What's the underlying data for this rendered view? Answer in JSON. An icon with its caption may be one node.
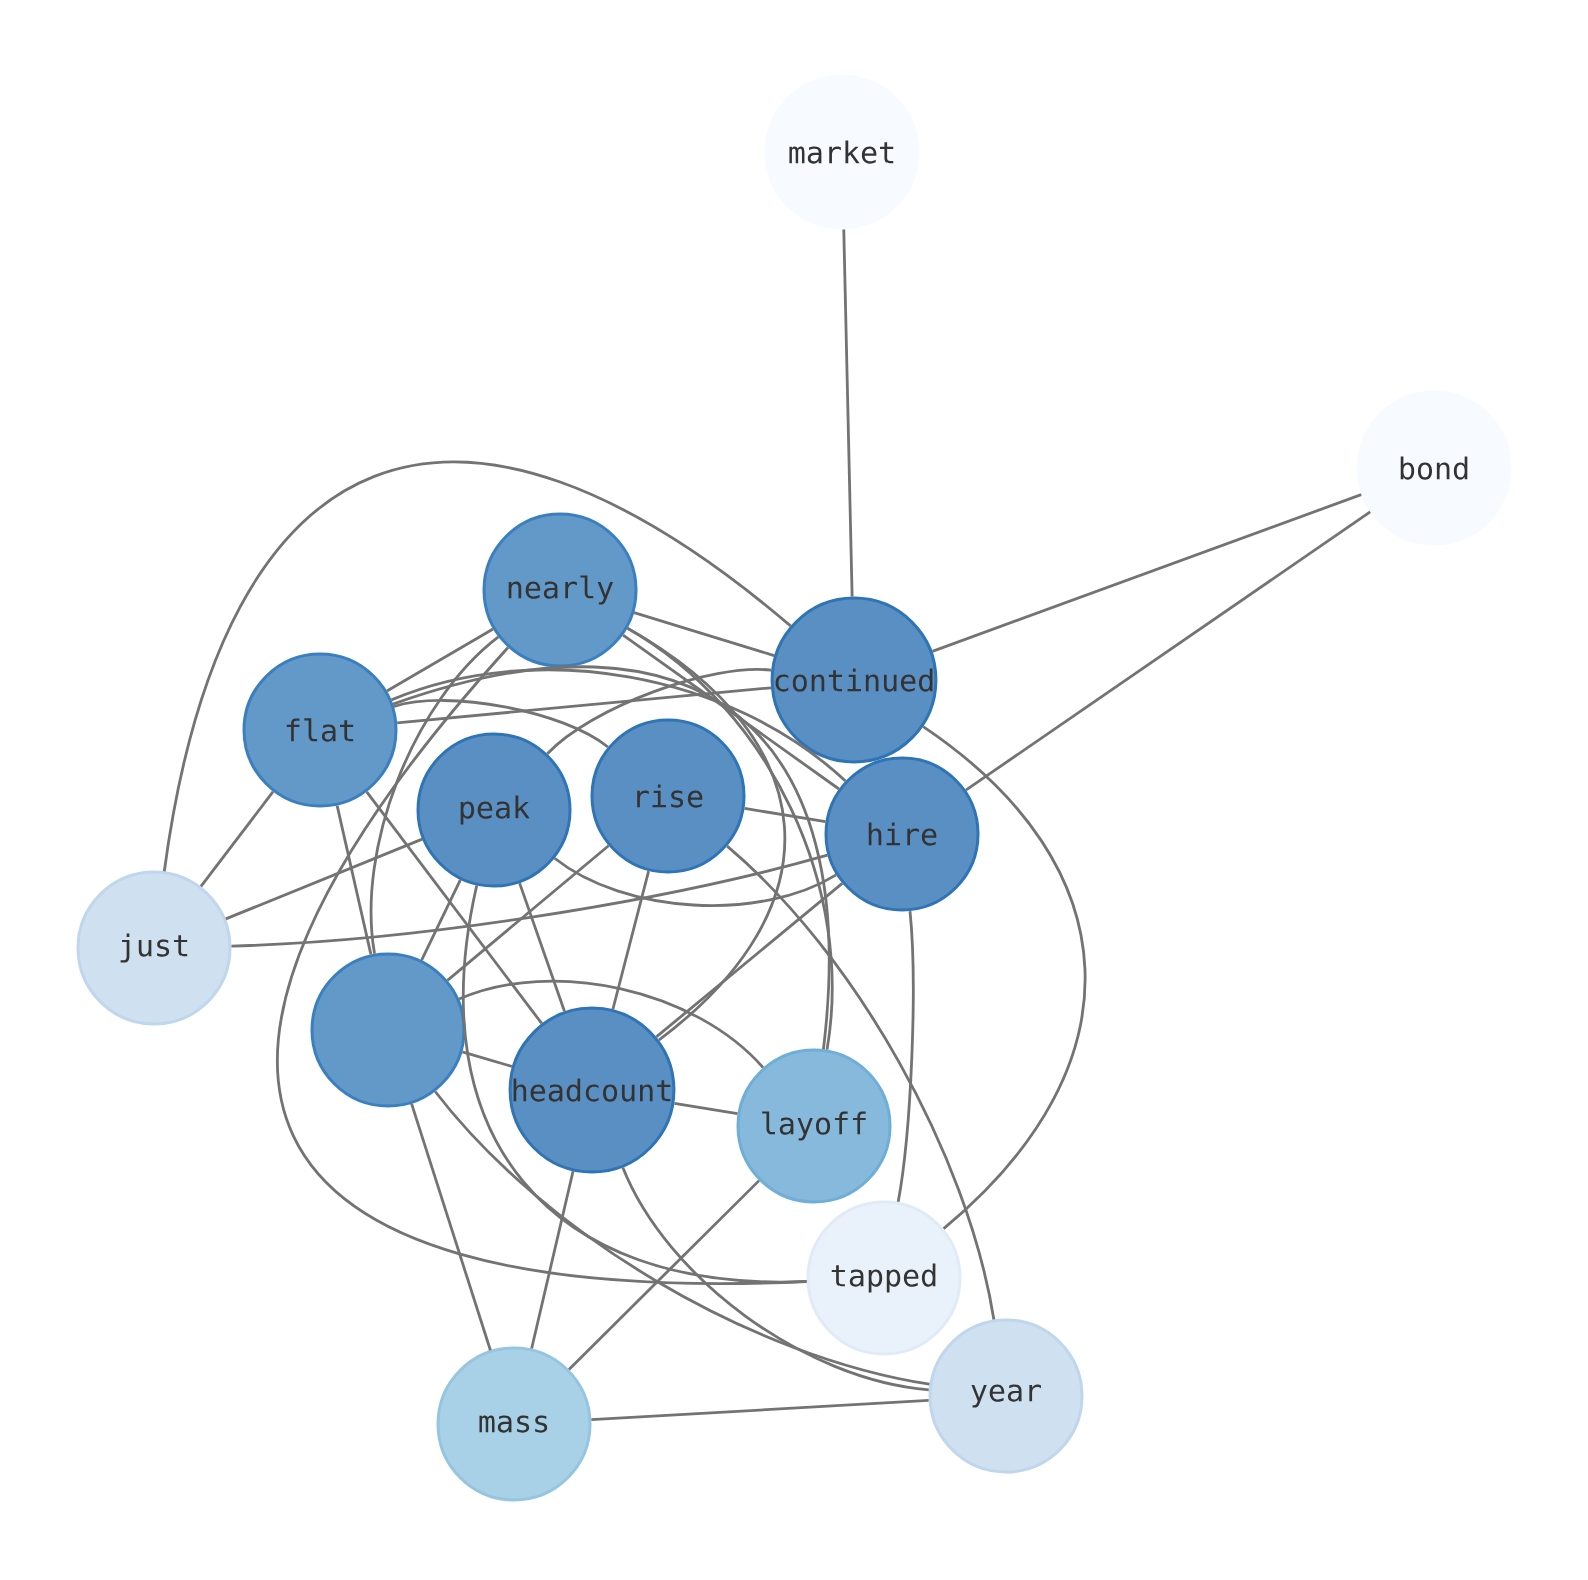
{
  "diagram": {
    "nodes": [
      {
        "text": [
          "market"
        ]
      },
      {
        "text": [
          "bond"
        ]
      },
      {
        "text": [
          "nearly"
        ]
      },
      {
        "text": [
          "continued"
        ]
      },
      {
        "text": [
          "flat"
        ]
      },
      {
        "text": [
          "peak"
        ]
      },
      {
        "text": [
          "rise"
        ]
      },
      {
        "text": [
          "hire"
        ]
      },
      {
        "text": [
          "just"
        ]
      },
      {
        "text": [],
        "shape": "circle"
      },
      {
        "text": [
          "headcount"
        ]
      },
      {
        "text": [
          "layoff"
        ]
      },
      {
        "text": [
          "tapped"
        ]
      },
      {
        "text": [
          "year"
        ]
      },
      {
        "text": [
          "mass"
        ]
      }
    ],
    "edges": [
      {
        "from": 0,
        "to": 3,
        "arrow": "none"
      },
      {
        "from": 1,
        "to": 3,
        "arrow": "none"
      },
      {
        "from": 1,
        "to": 7,
        "arrow": "none"
      },
      {
        "from": 2,
        "to": 4,
        "arrow": "none"
      },
      {
        "from": 2,
        "to": 3,
        "arrow": "none"
      },
      {
        "from": 2,
        "to": 7,
        "arrow": "none"
      },
      {
        "from": 2,
        "to": 9,
        "arrow": "none"
      },
      {
        "from": 2,
        "to": 10,
        "arrow": "none"
      },
      {
        "from": 2,
        "to": 11,
        "arrow": "none"
      },
      {
        "from": 2,
        "to": 12,
        "arrow": "none"
      },
      {
        "from": 4,
        "to": 3,
        "arrow": "none"
      },
      {
        "from": 4,
        "to": 7,
        "arrow": "none"
      },
      {
        "from": 4,
        "to": 6,
        "arrow": "none"
      },
      {
        "from": 4,
        "to": 8,
        "arrow": "none"
      },
      {
        "from": 4,
        "to": 9,
        "arrow": "none"
      },
      {
        "from": 4,
        "to": 10,
        "arrow": "none"
      },
      {
        "from": 4,
        "to": 11,
        "arrow": "none"
      },
      {
        "from": 5,
        "to": 3,
        "arrow": "none"
      },
      {
        "from": 5,
        "to": 7,
        "arrow": "none"
      },
      {
        "from": 5,
        "to": 8,
        "arrow": "none"
      },
      {
        "from": 5,
        "to": 9,
        "arrow": "none"
      },
      {
        "from": 5,
        "to": 10,
        "arrow": "none"
      },
      {
        "from": 5,
        "to": 12,
        "arrow": "none"
      },
      {
        "from": 8,
        "to": 3,
        "arrow": "none"
      },
      {
        "from": 8,
        "to": 7,
        "arrow": "none"
      },
      {
        "from": 6,
        "to": 9,
        "arrow": "none"
      },
      {
        "from": 6,
        "to": 10,
        "arrow": "none"
      },
      {
        "from": 6,
        "to": 7,
        "arrow": "none"
      },
      {
        "from": 6,
        "to": 13,
        "arrow": "none"
      },
      {
        "from": 3,
        "to": 12,
        "arrow": "none"
      },
      {
        "from": 7,
        "to": 12,
        "arrow": "none"
      },
      {
        "from": 7,
        "to": 10,
        "arrow": "none"
      },
      {
        "from": 9,
        "to": 10,
        "arrow": "none"
      },
      {
        "from": 9,
        "to": 11,
        "arrow": "none"
      },
      {
        "from": 9,
        "to": 14,
        "arrow": "none"
      },
      {
        "from": 9,
        "to": 13,
        "arrow": "none"
      },
      {
        "from": 10,
        "to": 11,
        "arrow": "none"
      },
      {
        "from": 10,
        "to": 14,
        "arrow": "none"
      },
      {
        "from": 10,
        "to": 13,
        "arrow": "none"
      },
      {
        "from": 11,
        "to": 14,
        "arrow": "none"
      },
      {
        "from": 14,
        "to": 13,
        "arrow": "none"
      }
    ]
  }
}
